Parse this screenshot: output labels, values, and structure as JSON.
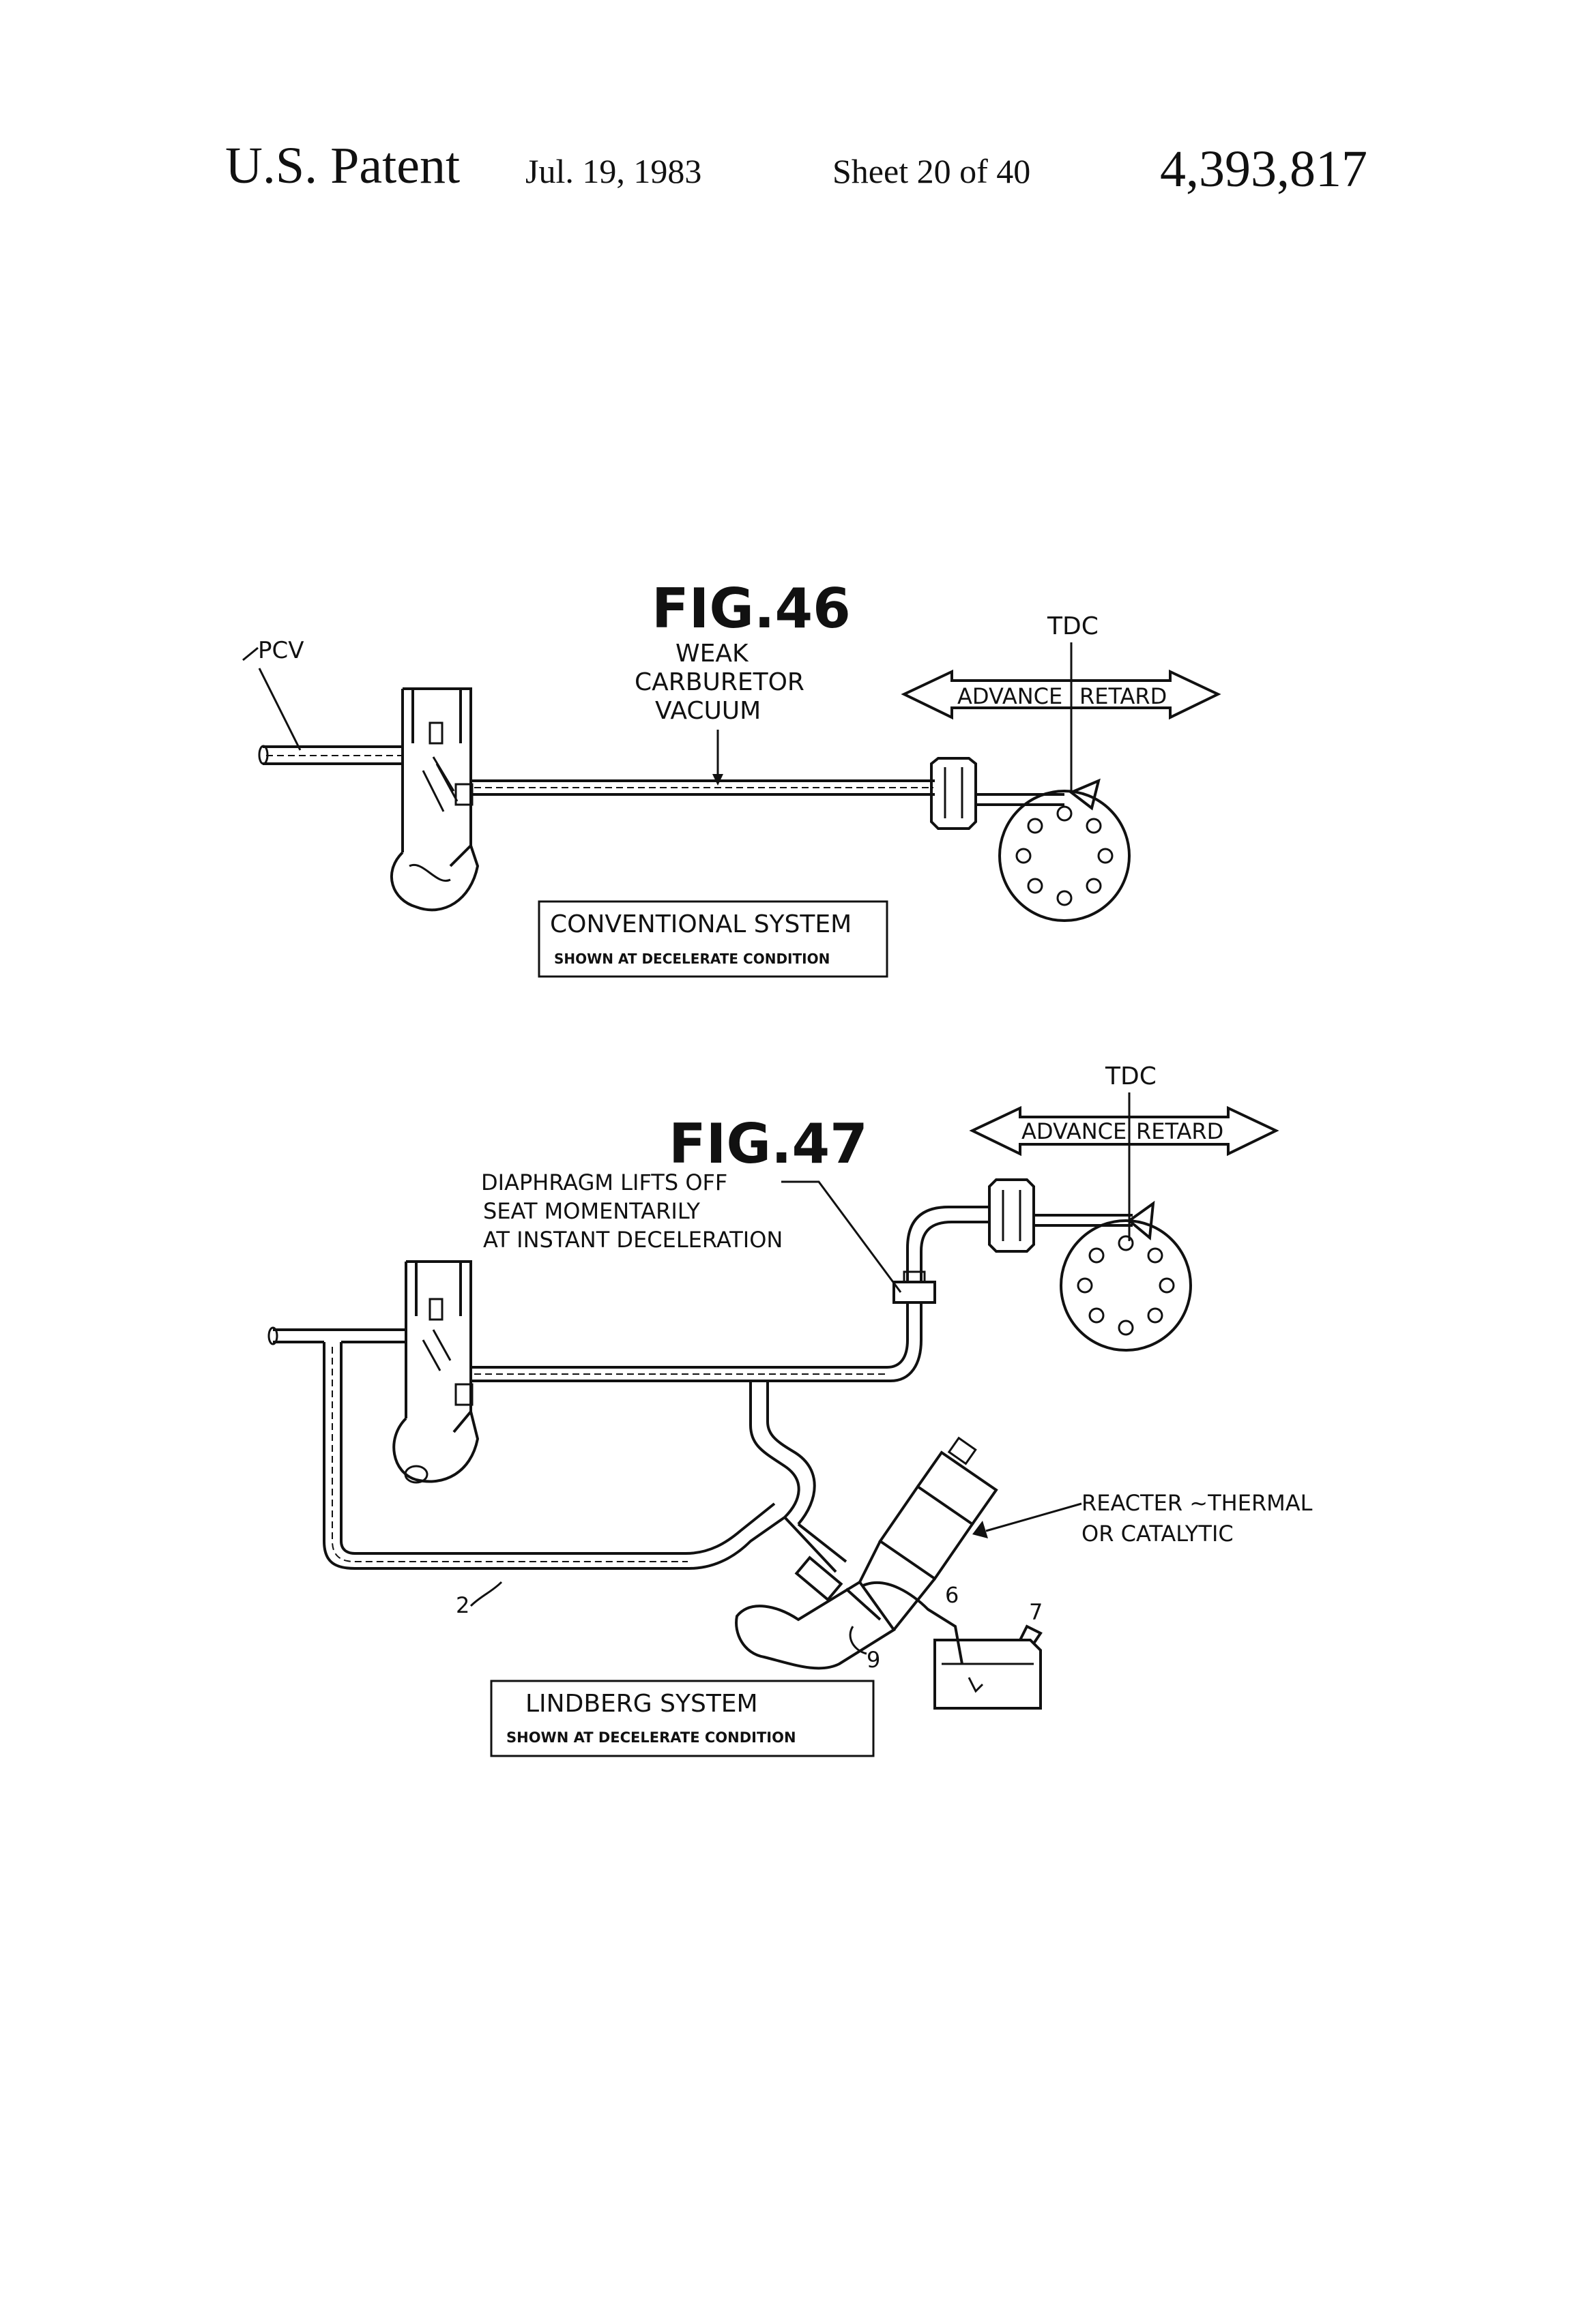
{
  "header": {
    "title": "U.S. Patent",
    "date": "Jul. 19, 1983",
    "sheet": "Sheet 20 of 40",
    "patent_number": "4,393,817"
  },
  "fig46": {
    "title": "FIG.46",
    "pcv_label": "PCV",
    "vacuum_label_line1": "WEAK",
    "vacuum_label_line2": "CARBURETOR",
    "vacuum_label_line3": "VACUUM",
    "tdc_label": "TDC",
    "advance_label": "ADVANCE",
    "retard_label": "RETARD",
    "caption_line1": "CONVENTIONAL SYSTEM",
    "caption_line2": "SHOWN AT DECELERATE CONDITION"
  },
  "fig47": {
    "title": "FIG.47",
    "diaphragm_line1": "DIAPHRAGM LIFTS OFF",
    "diaphragm_line2": "SEAT MOMENTARILY",
    "diaphragm_line3": "AT INSTANT DECELERATION",
    "tdc_label": "TDC",
    "advance_label": "ADVANCE",
    "retard_label": "RETARD",
    "reacter_line1": "REACTER ~THERMAL",
    "reacter_line2": "OR CATALYTIC",
    "ref_2": "2",
    "ref_6": "6",
    "ref_7": "7",
    "ref_9": "9",
    "caption_line1": "LINDBERG SYSTEM",
    "caption_line2": "SHOWN AT DECELERATE CONDITION"
  }
}
